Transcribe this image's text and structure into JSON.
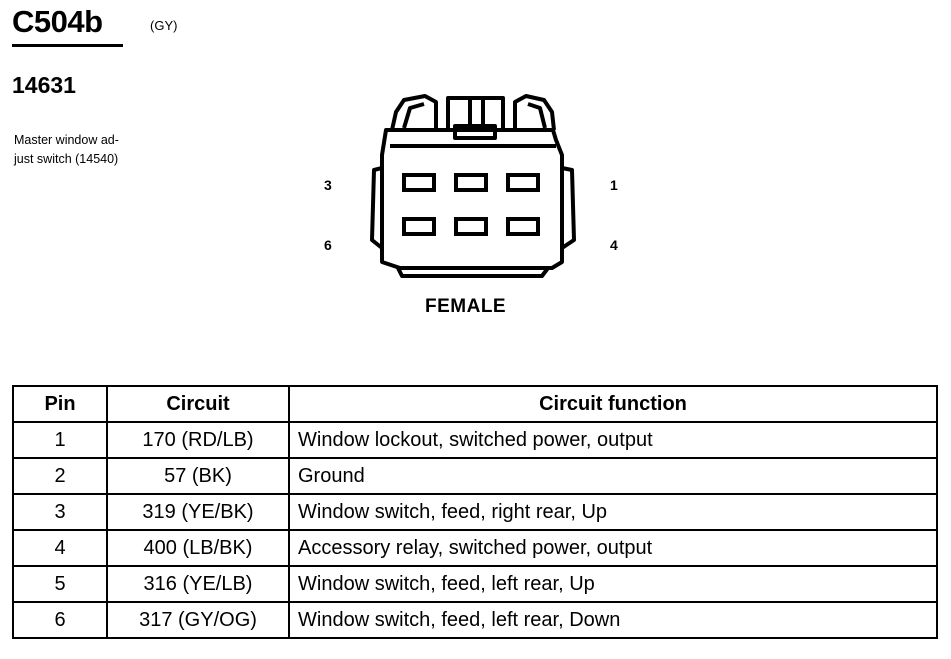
{
  "header": {
    "connector_id": "C504b",
    "connector_color": "(GY)",
    "part_number": "14631",
    "component_line1": "Master window ad-",
    "component_line2": "just switch (14540)"
  },
  "diagram": {
    "pin_labels": {
      "top_left": "3",
      "bottom_left": "6",
      "top_right": "1",
      "bottom_right": "4"
    },
    "gender": "FEMALE"
  },
  "table": {
    "headers": [
      "Pin",
      "Circuit",
      "Circuit function"
    ],
    "rows": [
      {
        "pin": "1",
        "circuit": "170 (RD/LB)",
        "function": "Window lockout, switched power, output"
      },
      {
        "pin": "2",
        "circuit": "57 (BK)",
        "function": "Ground"
      },
      {
        "pin": "3",
        "circuit": "319 (YE/BK)",
        "function": "Window switch, feed, right rear, Up"
      },
      {
        "pin": "4",
        "circuit": "400 (LB/BK)",
        "function": "Accessory relay, switched power, output"
      },
      {
        "pin": "5",
        "circuit": "316 (YE/LB)",
        "function": "Window switch, feed, left rear, Up"
      },
      {
        "pin": "6",
        "circuit": "317 (GY/OG)",
        "function": "Window switch, feed, left rear, Down"
      }
    ]
  }
}
